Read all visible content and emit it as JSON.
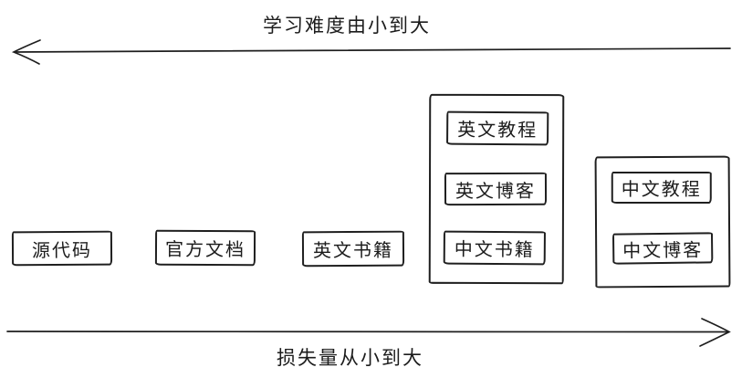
{
  "diagram": {
    "background": "#ffffff",
    "stroke_color": "#1e1e1e",
    "top_axis": {
      "label": "学习难度由小到大",
      "arrow_direction": "left"
    },
    "bottom_axis": {
      "label": "损失量从小到大",
      "arrow_direction": "right"
    },
    "standalone_boxes": [
      {
        "id": "source-code",
        "label": "源代码"
      },
      {
        "id": "official-docs",
        "label": "官方文档"
      },
      {
        "id": "english-books",
        "label": "英文书籍"
      }
    ],
    "groups": [
      {
        "id": "group-1",
        "items": [
          {
            "id": "english-tutorials",
            "label": "英文教程"
          },
          {
            "id": "english-blogs",
            "label": "英文博客"
          },
          {
            "id": "chinese-books",
            "label": "中文书籍"
          }
        ]
      },
      {
        "id": "group-2",
        "items": [
          {
            "id": "chinese-tutorials",
            "label": "中文教程"
          },
          {
            "id": "chinese-blogs",
            "label": "中文博客"
          }
        ]
      }
    ]
  }
}
